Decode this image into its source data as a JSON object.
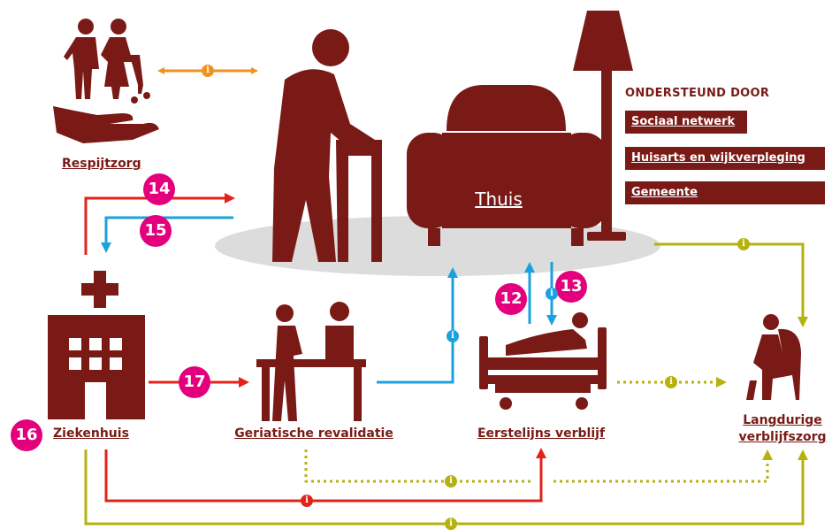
{
  "nodes": {
    "respite": "Respijtzorg",
    "home": "Thuis",
    "hospital": "Ziekenhuis",
    "rehab": "Geriatische revalidatie",
    "primary_stay": "Eerstelijns verblijf",
    "longterm_line1": "Langdurige",
    "longterm_line2": "verblijfszorg"
  },
  "support": {
    "title": "ONDERSTEUND DOOR",
    "items": [
      "Sociaal netwerk",
      "Huisarts en wijkverpleging",
      "Gemeente"
    ]
  },
  "badges": [
    "14",
    "15",
    "16",
    "17",
    "12",
    "13"
  ],
  "info_glyph": "i",
  "colors": {
    "maroon": "#7a1a16",
    "pink": "#e4007c",
    "orange": "#f0921e",
    "red": "#e2231a",
    "blue": "#1ba1dd",
    "olive": "#b5b210",
    "ground": "#dcdcdc"
  }
}
